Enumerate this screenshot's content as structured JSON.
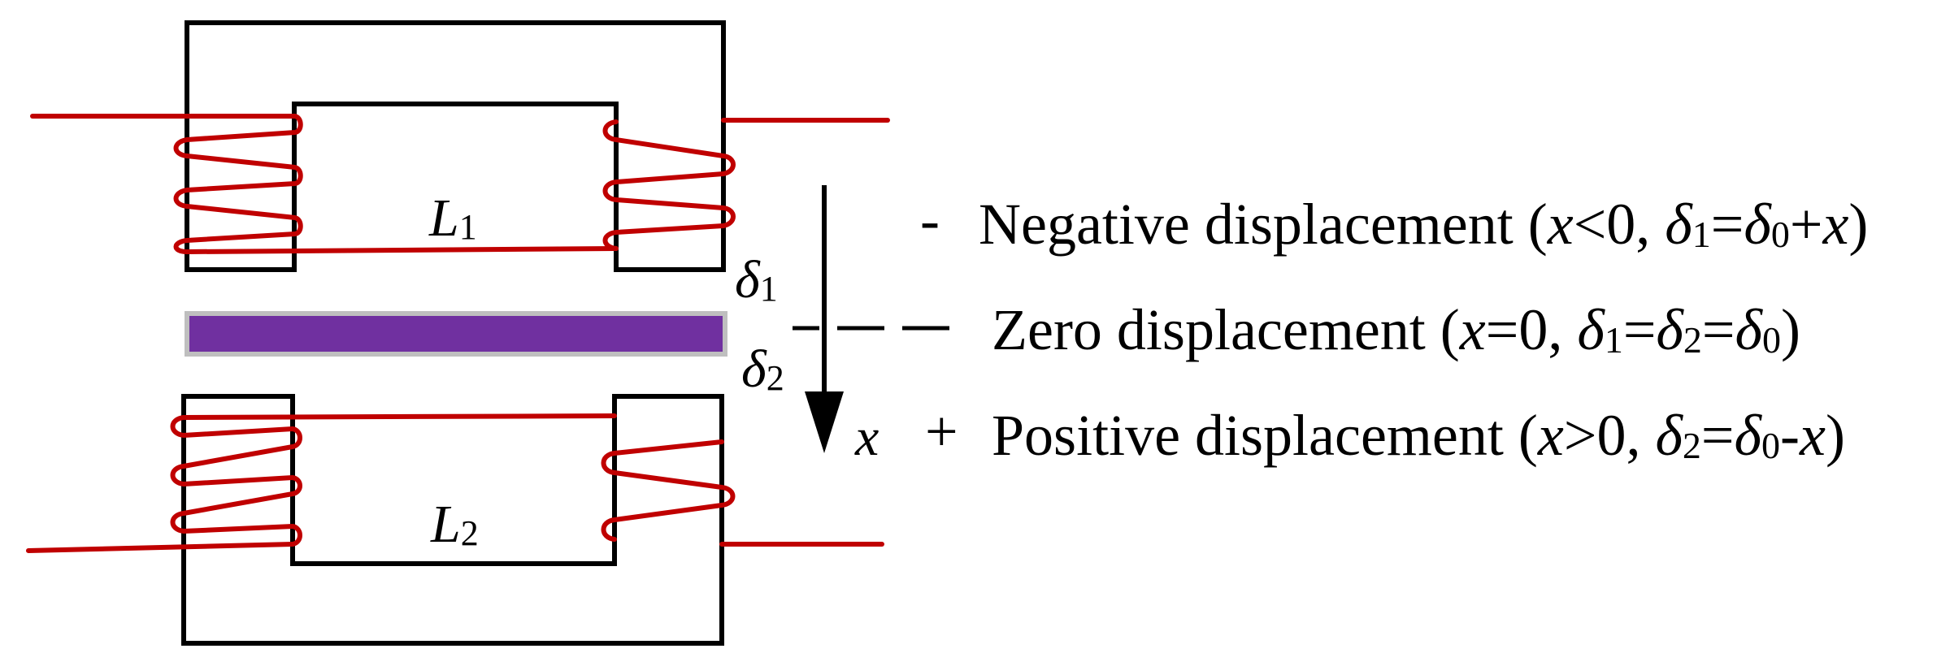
{
  "colors": {
    "core": "#000000",
    "coil": "#c00000",
    "armature": "#7030a0",
    "armature_border": "#bfbfbf"
  },
  "labels": {
    "upper_inductor": {
      "symbol": "L",
      "sub": "1"
    },
    "lower_inductor": {
      "symbol": "L",
      "sub": "2"
    },
    "gap_upper": {
      "symbol": "δ",
      "sub": "1"
    },
    "gap_lower": {
      "symbol": "δ",
      "sub": "2"
    },
    "axis_variable": "x"
  },
  "legend": {
    "negative": {
      "sign": "-",
      "text": "Negative displacement (",
      "x": "x",
      "cond": "<0, ",
      "d1": "δ",
      "d1_sub": "1",
      "eq": "=",
      "d0": "δ",
      "d0_sub": "0",
      "plus": "+",
      "x2": "x",
      "close": ")"
    },
    "zero": {
      "text": "Zero displacement (",
      "x": "x",
      "cond": "=0, ",
      "d1": "δ",
      "d1_sub": "1",
      "eq1": "=",
      "d2": "δ",
      "d2_sub": "2",
      "eq2": "=",
      "d0": "δ",
      "d0_sub": "0",
      "close": ")"
    },
    "positive": {
      "sign": "+",
      "text": "Positive displacement (",
      "x": "x",
      "cond": ">0, ",
      "d2": "δ",
      "d2_sub": "2",
      "eq": "=",
      "d0": "δ",
      "d0_sub": "0",
      "minus": "-",
      "x2": "x",
      "close": ")"
    }
  }
}
